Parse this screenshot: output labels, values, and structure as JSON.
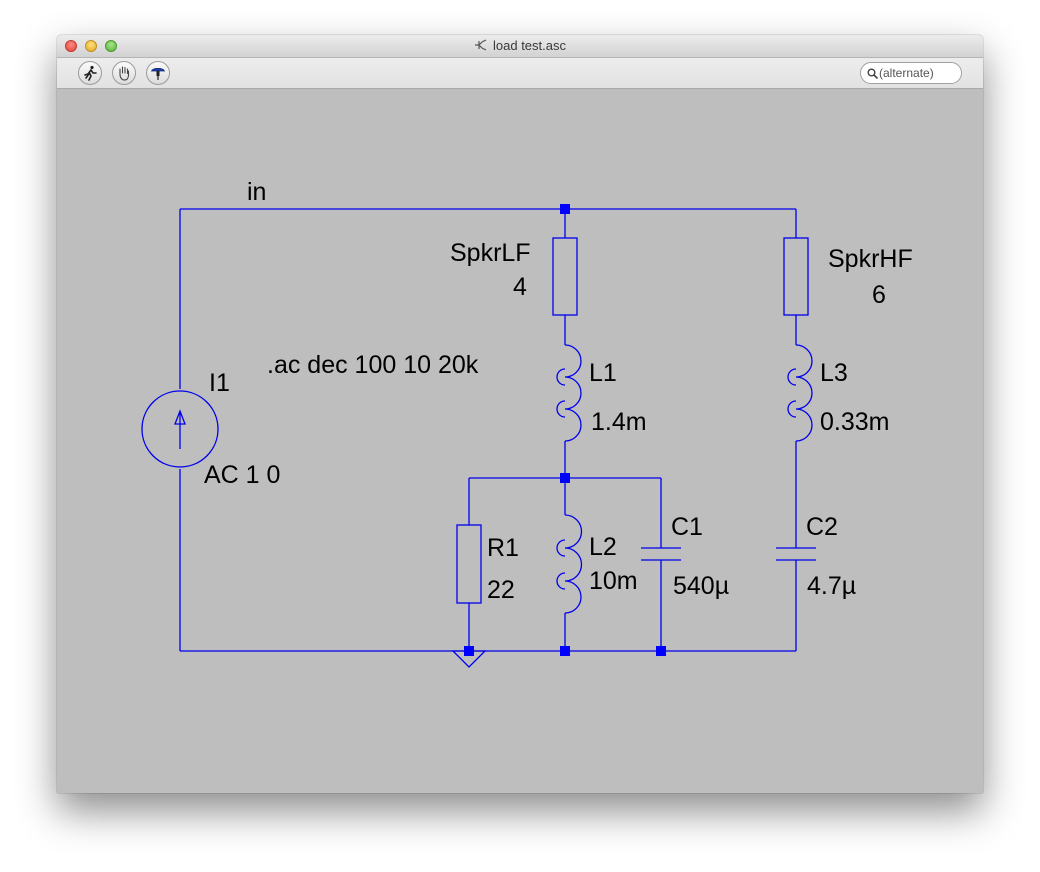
{
  "window": {
    "title": "load test.asc"
  },
  "toolbar": {
    "run_icon": "running-man-icon",
    "pan_icon": "hand-icon",
    "probe_icon": "probe-icon",
    "search_placeholder": "(alternate)"
  },
  "colors": {
    "wire": "#0000ee",
    "junction": "#0000ff",
    "canvas": "#bebebe"
  },
  "schematic": {
    "net_label": "in",
    "directive": ".ac dec 100 10 20k",
    "components": {
      "I1": {
        "name": "I1",
        "value": "AC 1 0"
      },
      "SpkrLF": {
        "name": "SpkrLF",
        "value": "4"
      },
      "SpkrHF": {
        "name": "SpkrHF",
        "value": "6"
      },
      "L1": {
        "name": "L1",
        "value": "1.4m"
      },
      "L2": {
        "name": "L2",
        "value": "10m"
      },
      "L3": {
        "name": "L3",
        "value": "0.33m"
      },
      "R1": {
        "name": "R1",
        "value": "22"
      },
      "C1": {
        "name": "C1",
        "value": "540µ"
      },
      "C2": {
        "name": "C2",
        "value": "4.7µ"
      }
    }
  }
}
